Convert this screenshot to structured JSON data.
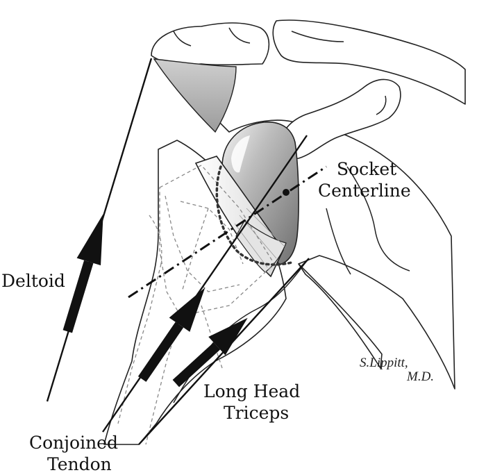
{
  "labels": {
    "socket_line1": "Socket",
    "socket_line2": "Centerline",
    "deltoid": "Deltoid",
    "long_head_line1": "Long Head",
    "long_head_line2": "Triceps",
    "conjoined_line1": "Conjoined",
    "conjoined_line2": "Tendon",
    "signature_line1": "S.Lippitt,",
    "signature_line2": "M.D."
  }
}
